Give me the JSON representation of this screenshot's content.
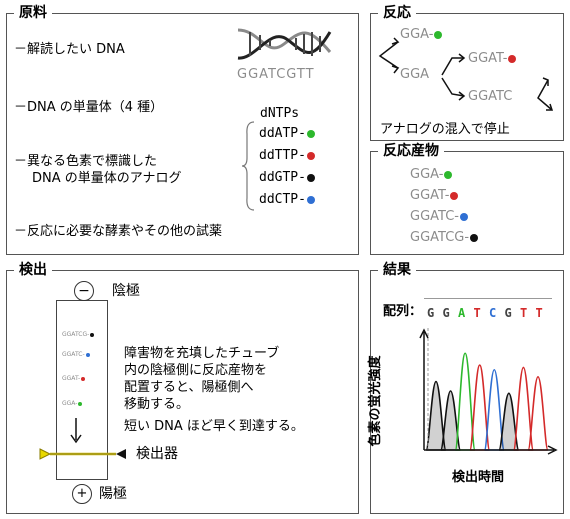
{
  "panels": {
    "materials": {
      "title": "原料",
      "items": [
        "－解読したい DNA",
        "－DNA の単量体（4 種）",
        "－異なる色素で標識した",
        "DNA の単量体のアナログ",
        "－反応に必要な酵素やその他の試薬"
      ],
      "dna_sequence": "GGATCGTT",
      "dntps_label": "dNTPs",
      "ddntps": [
        {
          "label": "ddATP-",
          "color": "#2db82d"
        },
        {
          "label": "ddTTP-",
          "color": "#d42a2a"
        },
        {
          "label": "ddGTP-",
          "color": "#111111"
        },
        {
          "label": "ddCTP-",
          "color": "#2f6fd3"
        }
      ]
    },
    "reaction": {
      "title": "反応",
      "nodes": [
        {
          "label": "GGA-",
          "color": "#2db82d"
        },
        {
          "label": "GGA",
          "color": ""
        },
        {
          "label": "GGAT-",
          "color": "#d42a2a"
        },
        {
          "label": "GGATC",
          "color": ""
        }
      ],
      "caption": "アナログの混入で停止"
    },
    "products": {
      "title": "反応産物",
      "items": [
        {
          "label": "GGA-",
          "color": "#2db82d"
        },
        {
          "label": "GGAT-",
          "color": "#d42a2a"
        },
        {
          "label": "GGATC-",
          "color": "#2f6fd3"
        },
        {
          "label": "GGATCG-",
          "color": "#111111"
        }
      ]
    },
    "detection": {
      "title": "検出",
      "cathode_symbol": "−",
      "cathode_label": "陰極",
      "anode_symbol": "+",
      "anode_label": "陽極",
      "bands": [
        {
          "label": "GGATCG-",
          "color": "#111111"
        },
        {
          "label": "GGATC-",
          "color": "#2f6fd3"
        },
        {
          "label": "GGAT-",
          "color": "#d42a2a"
        },
        {
          "label": "GGA-",
          "color": "#2db82d"
        }
      ],
      "detector_label": "検出器",
      "description": [
        "障害物を充填したチューブ",
        "内の陰極側に反応産物を",
        "配置すると、陽極側へ",
        "移動する。"
      ],
      "note": "短い DNA ほど早く到達する。"
    },
    "result": {
      "title": "結果",
      "sequence_label": "配列：",
      "sequence": [
        {
          "base": "G",
          "color": "#444444"
        },
        {
          "base": "G",
          "color": "#444444"
        },
        {
          "base": "A",
          "color": "#2db82d"
        },
        {
          "base": "T",
          "color": "#d42a2a"
        },
        {
          "base": "C",
          "color": "#2f6fd3"
        },
        {
          "base": "G",
          "color": "#444444"
        },
        {
          "base": "T",
          "color": "#d42a2a"
        },
        {
          "base": "T",
          "color": "#d42a2a"
        }
      ],
      "ylabel": "色素の蛍光強度",
      "xlabel": "検出時間"
    }
  },
  "chart_data": {
    "type": "line",
    "title": "",
    "xlabel": "検出時間",
    "ylabel": "色素の蛍光強度",
    "x": [
      1,
      2,
      3,
      4,
      5,
      6,
      7,
      8
    ],
    "peaks": [
      {
        "base": "G",
        "color": "#111111",
        "x": 1,
        "height": 0.58
      },
      {
        "base": "G",
        "color": "#111111",
        "x": 2,
        "height": 0.5
      },
      {
        "base": "A",
        "color": "#2db82d",
        "x": 3,
        "height": 0.82
      },
      {
        "base": "T",
        "color": "#d42a2a",
        "x": 4,
        "height": 0.72
      },
      {
        "base": "C",
        "color": "#2f6fd3",
        "x": 5,
        "height": 0.68
      },
      {
        "base": "G",
        "color": "#111111",
        "x": 6,
        "height": 0.48
      },
      {
        "base": "T",
        "color": "#d42a2a",
        "x": 7,
        "height": 0.7
      },
      {
        "base": "T",
        "color": "#d42a2a",
        "x": 8,
        "height": 0.62
      }
    ]
  }
}
